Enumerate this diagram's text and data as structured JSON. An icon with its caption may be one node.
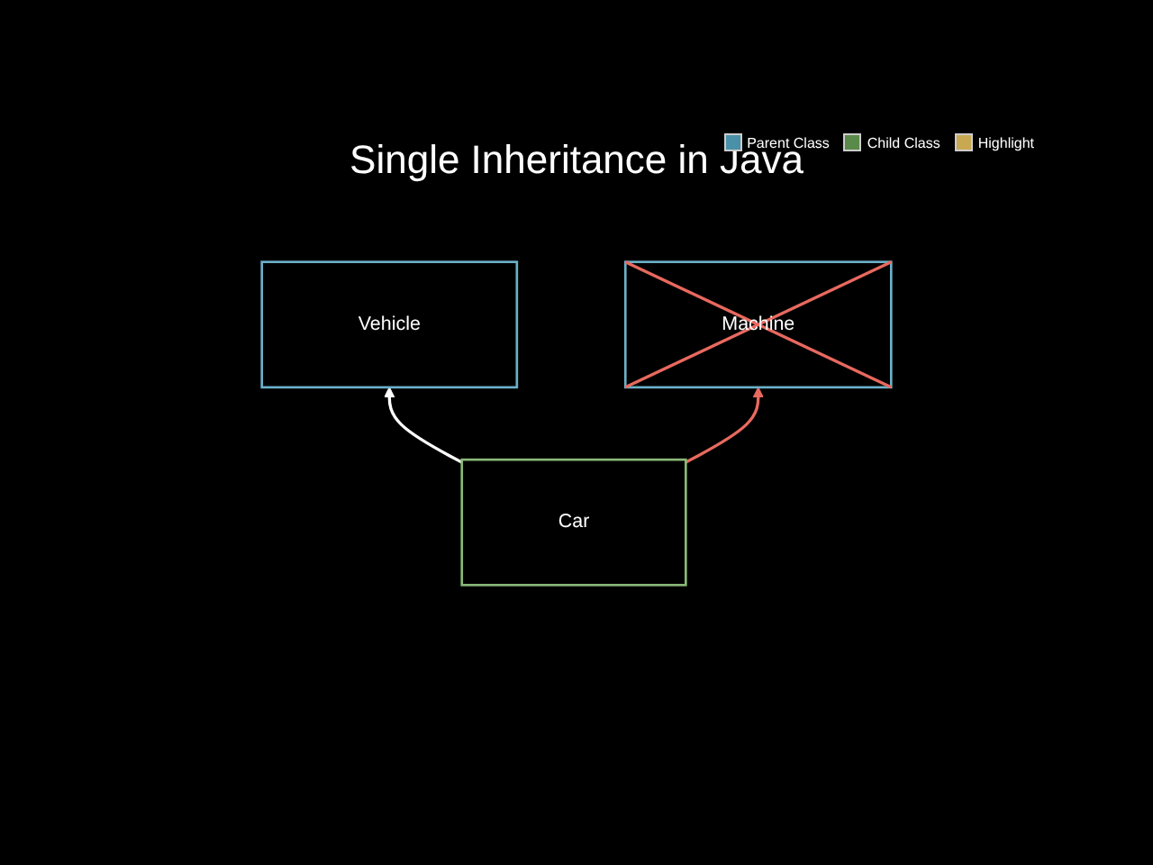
{
  "diagram": {
    "title": "Single Inheritance in Java",
    "nodes": [
      {
        "text": [
          "Vehicle"
        ]
      },
      {
        "text": [
          "Machine"
        ]
      },
      {
        "text": [
          "Car"
        ]
      }
    ],
    "edges": [
      {
        "from": 2,
        "to": 0,
        "arrow": "to"
      },
      {
        "from": 2,
        "to": 1,
        "arrow": "to",
        "color": "#e8695f"
      }
    ],
    "legend": [
      {
        "text": "Parent Class",
        "color": "#4a90a8"
      },
      {
        "text": "Child Class",
        "color": "#5a8a4a"
      },
      {
        "text": "Highlight",
        "color": "#c8a850"
      }
    ]
  }
}
